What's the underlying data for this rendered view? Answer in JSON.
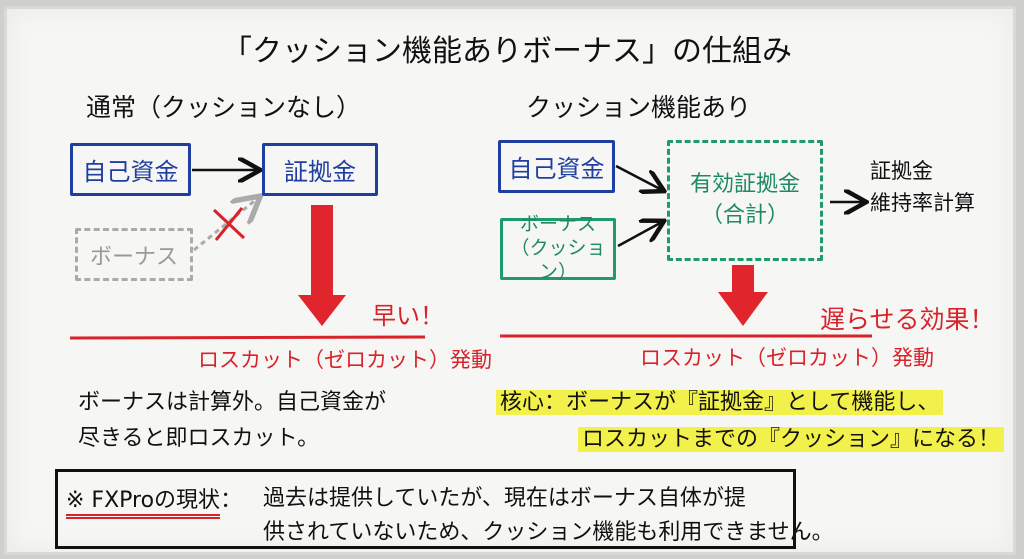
{
  "title": "「クッション機能ありボーナス」の仕組み",
  "left": {
    "heading": "通常（クッションなし）",
    "own_funds": "自己資金",
    "margin": "証拠金",
    "bonus": "ボーナス",
    "fast": "早い！",
    "losscut": "ロスカット（ゼロカット）発動",
    "note_lines": [
      "ボーナスは計算外。自己資金が",
      "尽きると即ロスカット。"
    ]
  },
  "right": {
    "heading": "クッション機能あり",
    "own_funds": "自己資金",
    "bonus_lines": [
      "ボーナス",
      "（クッション）"
    ],
    "effective_lines": [
      "有効証拠金",
      "（合計）"
    ],
    "calc_lines": [
      "証拠金",
      "維持率計算"
    ],
    "delay": "遅らせる効果！",
    "losscut": "ロスカット（ゼロカット）発動",
    "core_lines": [
      "核心：ボーナスが『証拠金』として機能し、",
      "ロスカットまでの『クッション』になる！"
    ]
  },
  "footer": {
    "label": "※ FXProの現状",
    "colon": "：",
    "lines": [
      "過去は提供していたが、現在はボーナス自体が提",
      "供されていないため、クッション機能も利用できません。"
    ]
  }
}
